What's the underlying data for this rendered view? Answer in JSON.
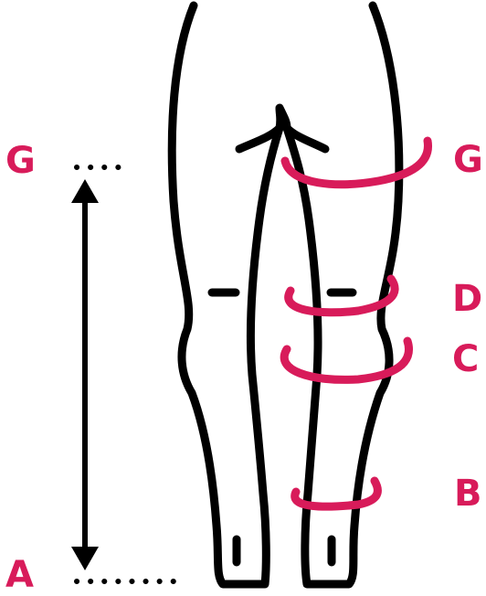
{
  "labels": {
    "left_top": "G",
    "left_bottom": "A",
    "right_g": "G",
    "right_d": "D",
    "right_c": "C",
    "right_b": "B"
  },
  "colors": {
    "accent": "#D81B5A",
    "line": "#000000",
    "background": "#FFFFFF"
  }
}
